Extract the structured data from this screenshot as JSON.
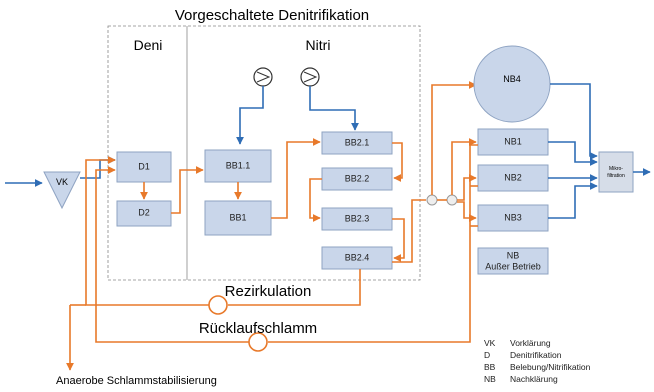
{
  "title": "Vorgeschaltete Denitrifikation",
  "zones": {
    "deni": "Deni",
    "nitri": "Nitri"
  },
  "nodes": {
    "vk": "VK",
    "d1": "D1",
    "d2": "D2",
    "bb11": "BB1.1",
    "bb1": "BB1",
    "bb21": "BB2.1",
    "bb22": "BB2.2",
    "bb23": "BB2.3",
    "bb24": "BB2.4",
    "nb4": "NB4",
    "nb1": "NB1",
    "nb2": "NB2",
    "nb3": "NB3",
    "nb_out_1": "NB",
    "nb_out_2": "Außer Betrieb",
    "mikro_1": "Mikro-",
    "mikro_2": "filtration"
  },
  "recirculation_label": "Rezirkulation",
  "return_sludge_label": "Rücklaufschlamm",
  "sludge_stabilization_label": "Anaerobe Schlammstabilisierung",
  "legend": [
    {
      "abbr": "VK",
      "text": "Vorklärung"
    },
    {
      "abbr": "D",
      "text": "Denitrifikation"
    },
    {
      "abbr": "BB",
      "text": "Belebung/Nitrifikation"
    },
    {
      "abbr": "NB",
      "text": "Nachklärung"
    }
  ],
  "colors": {
    "water": "#2f6db5",
    "sludge": "#e8792a",
    "tank_fill": "#c9d6ea",
    "tank_border": "#8ea3c2"
  }
}
